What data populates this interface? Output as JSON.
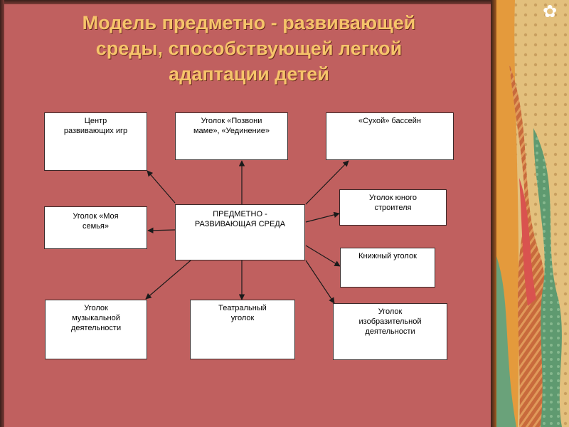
{
  "slide": {
    "title_lines": [
      "Модель предметно - развивающей",
      "среды, способствующей легкой",
      "адаптации детей"
    ]
  },
  "diagram": {
    "center": "ПРЕДМЕТНО -\nРАЗВИВАЮЩАЯ СРЕДА",
    "nodes": [
      {
        "id": "center-games",
        "label": "Центр\nразвивающих игр"
      },
      {
        "id": "corner-call-mom",
        "label": "Уголок «Позвони\nмаме», «Уединение»"
      },
      {
        "id": "dry-pool",
        "label": "«Сухой» бассейн"
      },
      {
        "id": "young-builder",
        "label": "Уголок юного\nстроителя"
      },
      {
        "id": "my-family",
        "label": "Уголок «Моя\nсемья»"
      },
      {
        "id": "book-corner",
        "label": "Книжный уголок"
      },
      {
        "id": "music-corner",
        "label": "Уголок\nмузыкальной\nдеятельности"
      },
      {
        "id": "theatre-corner",
        "label": "Театральный\nуголок"
      },
      {
        "id": "art-corner",
        "label": "Уголок\nизобразительной\nдеятельности"
      }
    ]
  },
  "colors": {
    "background": "#c0605f",
    "title": "#f6c46a",
    "box": "#ffffff",
    "arrow": "#1a1a1a"
  },
  "decor": {
    "corner_icon": "flower-ornament-icon"
  }
}
